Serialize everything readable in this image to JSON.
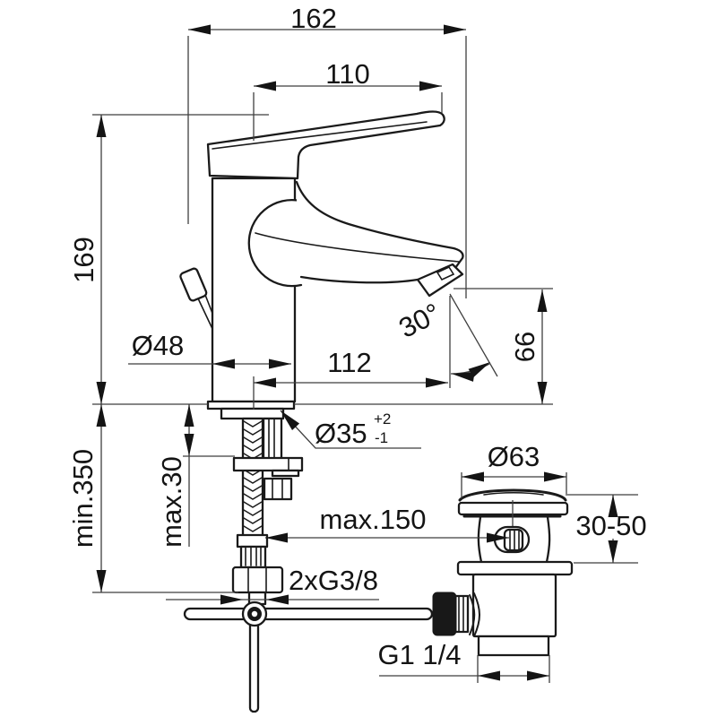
{
  "labels": {
    "total_depth": "162",
    "lever_reach": "110",
    "height": "169",
    "body_diameter": "Ø48",
    "spout_reach": "112",
    "spout_angle": "30°",
    "outlet_height": "66",
    "hole_diameter": "Ø35",
    "hole_tol_plus": "+2",
    "hole_tol_minus": "-1",
    "hose_length": "min.350",
    "deck_thickness": "max.30",
    "rod_reach": "max.150",
    "supply_connection": "2xG3/8",
    "waste_flange_diameter": "Ø63",
    "waste_deck_range": "30-50",
    "waste_thread": "G1 1/4"
  }
}
